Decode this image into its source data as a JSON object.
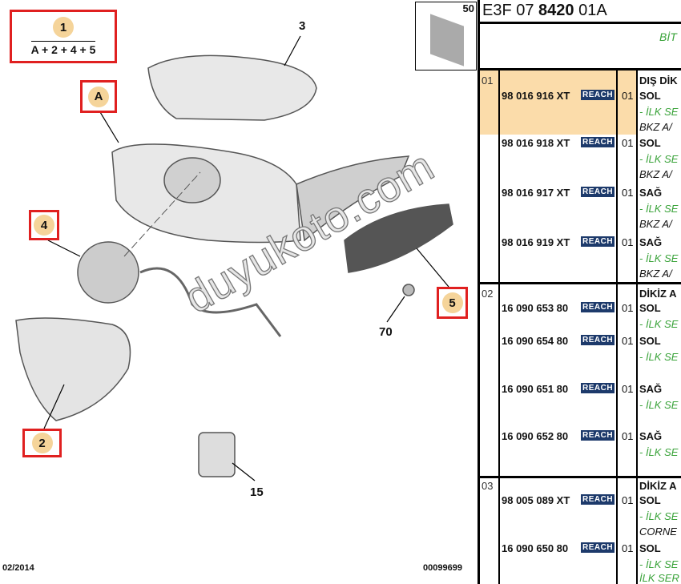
{
  "diagram": {
    "formula_bubble": "1",
    "formula": "A + 2 + 4 + 5",
    "callouts": [
      "A",
      "4",
      "2",
      "5"
    ],
    "labels": [
      "3",
      "70",
      "15",
      "50"
    ],
    "footer_date": "02/2014",
    "footer_code": "00099699",
    "watermark": "duyukoto.com"
  },
  "table": {
    "header_prefix": "E3F 07 ",
    "header_bold": "8420",
    "header_suffix": " 01A",
    "subtitle": "BİT",
    "badge": "REACH",
    "groups": [
      {
        "id": "01",
        "title": "DIŞ DİK",
        "items": [
          {
            "pn": "98 016 916 XT",
            "qty": "01",
            "desc": "SOL",
            "note": "- İLK SE",
            "ref": "BKZ A/"
          },
          {
            "pn": "98 016 918 XT",
            "qty": "01",
            "desc": "SOL",
            "note": "- İLK SE",
            "ref": "BKZ A/"
          },
          {
            "pn": "98 016 917 XT",
            "qty": "01",
            "desc": "SAĞ",
            "note": "- İLK SE",
            "ref": "BKZ A/"
          },
          {
            "pn": "98 016 919 XT",
            "qty": "01",
            "desc": "SAĞ",
            "note": "- İLK SE",
            "ref": "BKZ A/"
          }
        ]
      },
      {
        "id": "02",
        "title": "DİKİZ A",
        "items": [
          {
            "pn": "16 090 653 80",
            "qty": "01",
            "desc": "SOL",
            "note": "- İLK SE"
          },
          {
            "pn": "16 090 654 80",
            "qty": "01",
            "desc": "SOL",
            "note": "- İLK SE"
          },
          {
            "pn": "16 090 651 80",
            "qty": "01",
            "desc": "SAĞ",
            "note": "- İLK SE"
          },
          {
            "pn": "16 090 652 80",
            "qty": "01",
            "desc": "SAĞ",
            "note": "- İLK SE"
          }
        ]
      },
      {
        "id": "03",
        "title": "DİKİZ A",
        "items": [
          {
            "pn": "98 005 089 XT",
            "qty": "01",
            "desc": "SOL",
            "note": "- İLK SE",
            "ref": "CORNE"
          },
          {
            "pn": "16 090 650 80",
            "qty": "01",
            "desc": "SOL",
            "note": "- İLK SE",
            "ref2": "İLK SER"
          }
        ]
      }
    ]
  }
}
